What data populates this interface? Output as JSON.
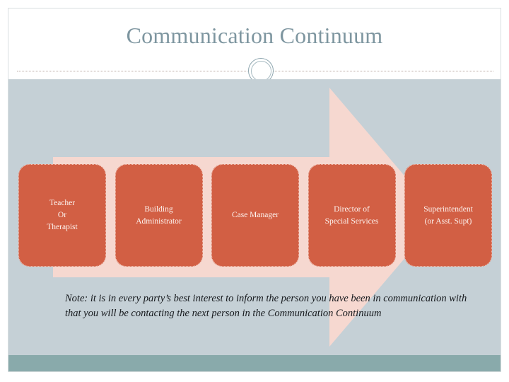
{
  "slide": {
    "title": "Communication Continuum",
    "decoration_icon": "double-ring-circle-icon",
    "divider_icon": "dotted-divider-icon",
    "arrow_icon": "right-arrow-shape",
    "colors": {
      "title_text": "#7e96a0",
      "canvas_background": "#c5d0d6",
      "arrow_fill": "#f6d8d0",
      "box_fill": "#d25f44",
      "box_text": "#fdf3ef",
      "box_border": "#f2c9bd",
      "footer_bar": "#89aaab",
      "note_text": "#15181c",
      "slide_border": "#d9dee0",
      "divider": "#b9a9a2"
    }
  },
  "continuum": {
    "steps": [
      {
        "label": "Teacher\nOr\nTherapist"
      },
      {
        "label": "Building\nAdministrator"
      },
      {
        "label": "Case Manager"
      },
      {
        "label": "Director of\nSpecial Services"
      },
      {
        "label": "Superintendent\n(or Asst. Supt)"
      }
    ]
  },
  "note": {
    "text": "Note:  it is in every party’s best interest to inform the person you have been in communication with that you will be contacting the next person in the Communication Continuum"
  }
}
